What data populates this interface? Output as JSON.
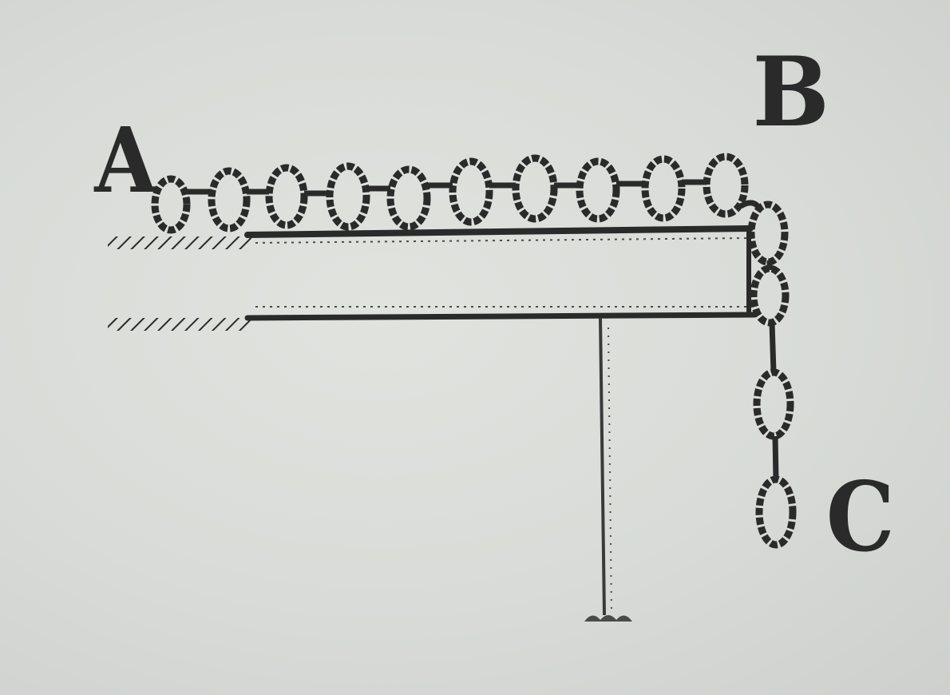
{
  "labels": {
    "a": "A",
    "b": "B",
    "c": "C"
  },
  "colors": {
    "background": "#d9dcd8",
    "ink": "#2a2a2a"
  },
  "chain": {
    "links_on_table": 10,
    "links_hanging": 4
  }
}
